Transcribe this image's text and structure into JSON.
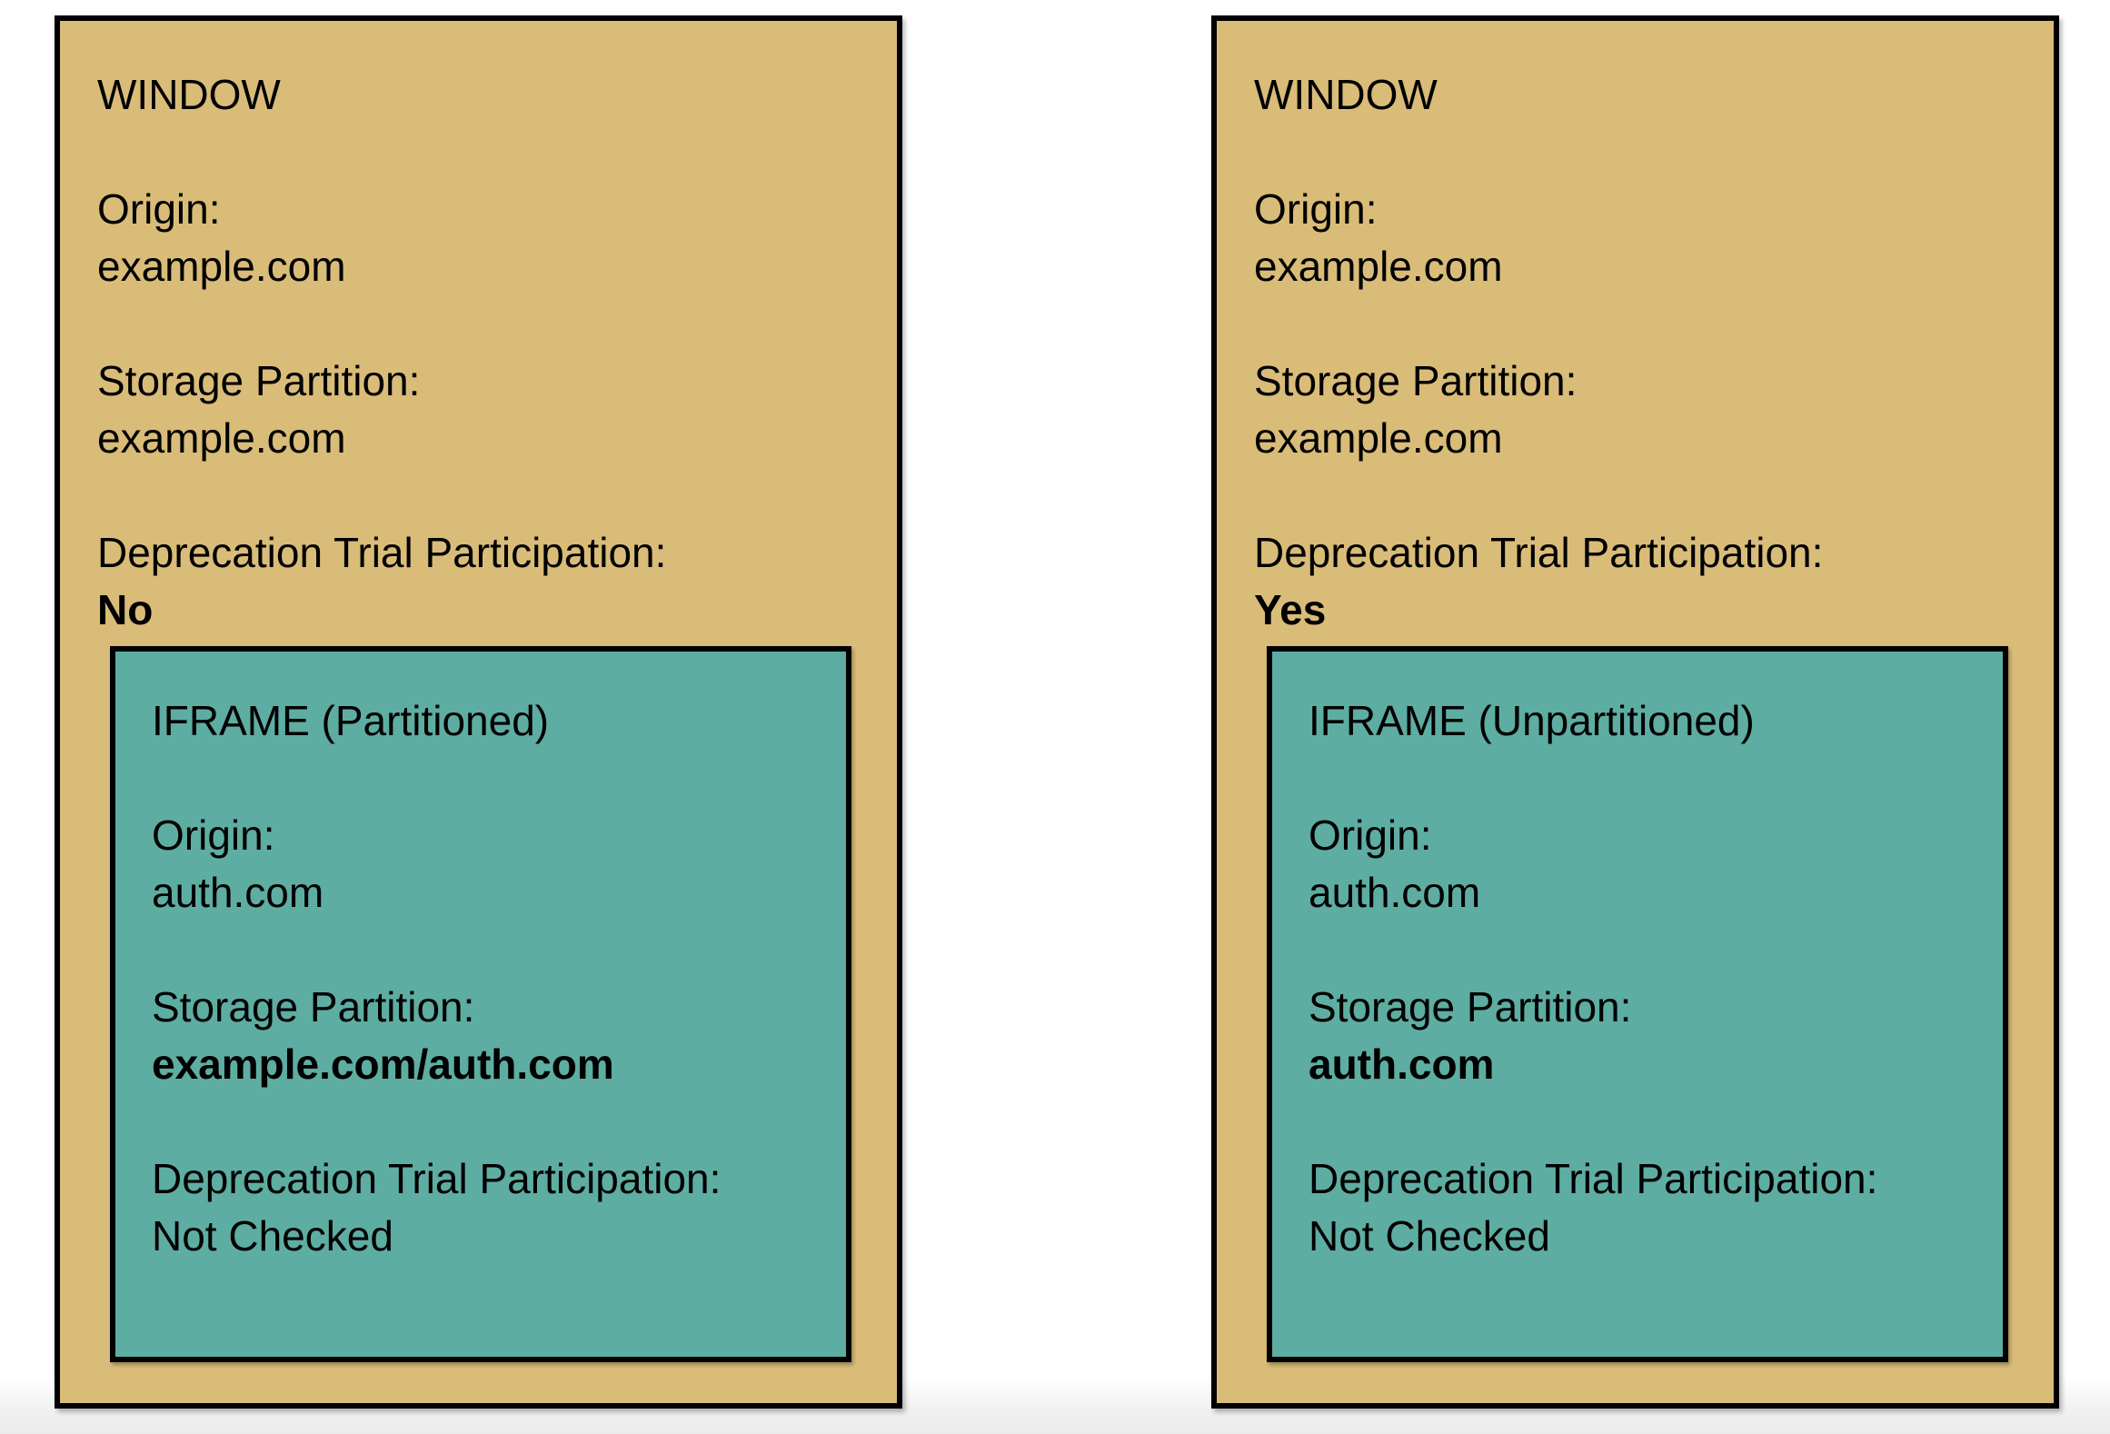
{
  "colors": {
    "window_bg": "#d9bc78",
    "iframe_bg": "#5eada2",
    "border": "#000000",
    "page_fade": "#ebebeb",
    "text": "#000000"
  },
  "windows": [
    {
      "title": "WINDOW",
      "fields": [
        {
          "label": "Origin:",
          "value": "example.com",
          "value_bold": false
        },
        {
          "label": "Storage Partition:",
          "value": "example.com",
          "value_bold": false
        },
        {
          "label": "Deprecation Trial Participation:",
          "value": "No",
          "value_bold": true
        }
      ],
      "iframe": {
        "title": "IFRAME (Partitioned)",
        "fields": [
          {
            "label": "Origin:",
            "value": "auth.com",
            "value_bold": false
          },
          {
            "label": "Storage Partition:",
            "value": "example.com/auth.com",
            "value_bold": true
          },
          {
            "label": "Deprecation Trial Participation:",
            "value": "Not Checked",
            "value_bold": false
          }
        ]
      }
    },
    {
      "title": "WINDOW",
      "fields": [
        {
          "label": "Origin:",
          "value": "example.com",
          "value_bold": false
        },
        {
          "label": "Storage Partition:",
          "value": "example.com",
          "value_bold": false
        },
        {
          "label": "Deprecation Trial Participation:",
          "value": "Yes",
          "value_bold": true
        }
      ],
      "iframe": {
        "title": "IFRAME (Unpartitioned)",
        "fields": [
          {
            "label": "Origin:",
            "value": "auth.com",
            "value_bold": false
          },
          {
            "label": "Storage Partition:",
            "value": "auth.com",
            "value_bold": true
          },
          {
            "label": "Deprecation Trial Participation:",
            "value": "Not Checked",
            "value_bold": false
          }
        ]
      }
    }
  ]
}
